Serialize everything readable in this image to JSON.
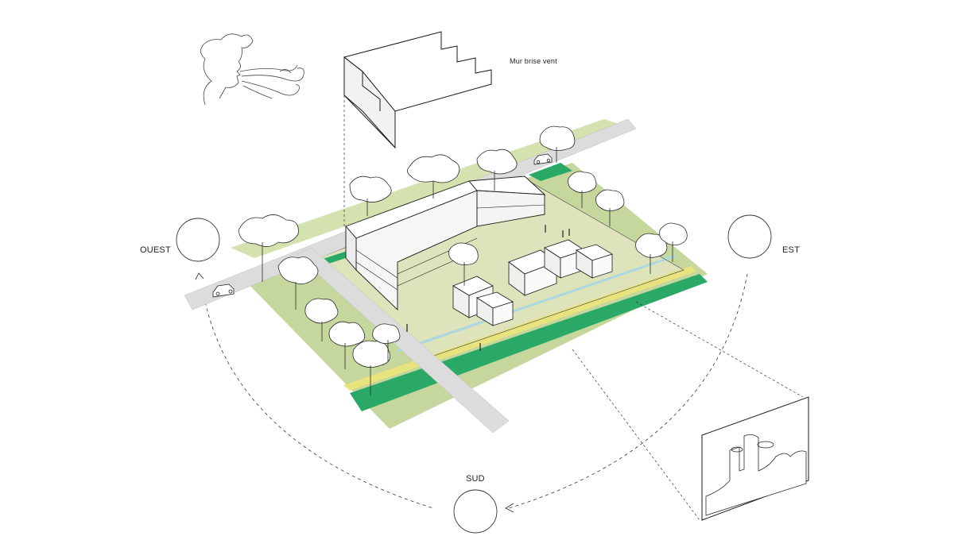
{
  "compass": {
    "west": "OUEST",
    "east": "EST",
    "south": "SUD"
  },
  "annotations": {
    "wind_wall": "Mur brise vent"
  },
  "icons": [
    "wind-face-icon",
    "windbreak-wall-icon",
    "car-icon",
    "tree-icon",
    "person-icon",
    "castle-view-icon",
    "sun-path-arrow-icon"
  ],
  "colors": {
    "ground": "#c8d8a0",
    "plaza": "#e0e4bc",
    "green_band": "#2aa866",
    "yellow_path": "#e6e07a",
    "water": "#a9d8e0",
    "road": "#dcdcdc",
    "tree_fill": "#ffffff",
    "line": "#1a1a1a"
  }
}
